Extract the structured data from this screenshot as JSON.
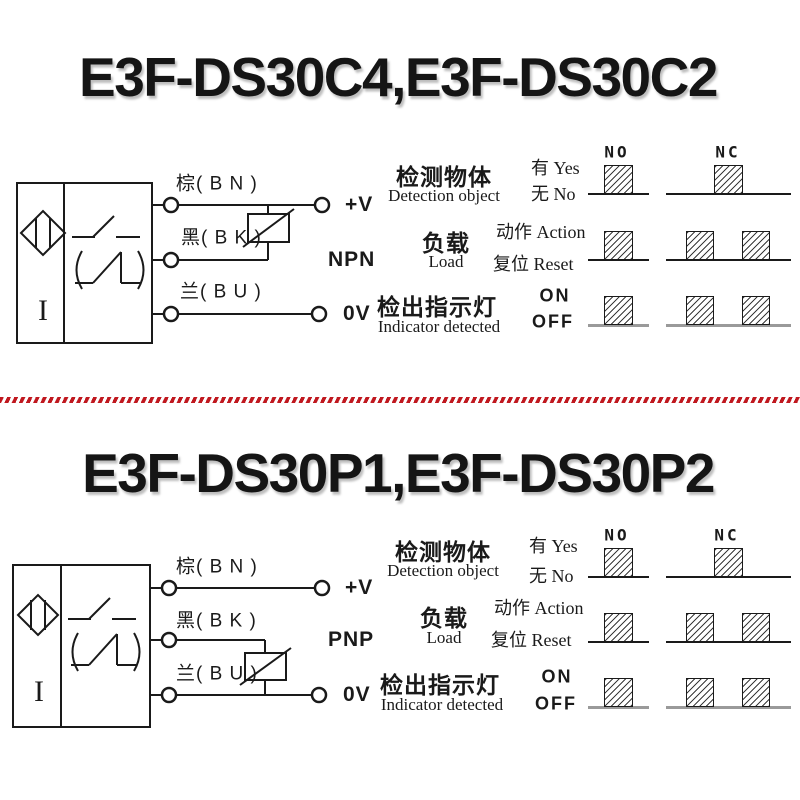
{
  "colors": {
    "ink": "#1a1a1a",
    "divider_red": "#c0181f",
    "row3_line": "#9a9a9a",
    "background": "#ffffff"
  },
  "sections": [
    {
      "title": "E3F-DS30C4,E3F-DS30C2",
      "circuit": {
        "sensor_mark": "I",
        "wires": [
          {
            "label": "棕( B N )",
            "terminal": "+V"
          },
          {
            "label": "黑( B K )",
            "terminal": "NPN"
          },
          {
            "label": "兰( B U )",
            "terminal": "0V"
          }
        ]
      },
      "timing": {
        "columns": [
          "NO",
          "NC"
        ],
        "rows": [
          {
            "zh": "检测物体",
            "en": "Detection object",
            "high": "有 Yes",
            "low": "无 No"
          },
          {
            "zh": "负载",
            "en": "Load",
            "high": "动作 Action",
            "low": "复位 Reset"
          },
          {
            "zh": "检出指示灯",
            "en": "Indicator detected",
            "high": "ON",
            "low": "OFF"
          }
        ]
      }
    },
    {
      "title": "E3F-DS30P1,E3F-DS30P2",
      "circuit": {
        "sensor_mark": "I",
        "wires": [
          {
            "label": "棕( B N )",
            "terminal": "+V"
          },
          {
            "label": "黑( B K )",
            "terminal": "PNP"
          },
          {
            "label": "兰( B U )",
            "terminal": "0V"
          }
        ]
      },
      "timing": {
        "columns": [
          "NO",
          "NC"
        ],
        "rows": [
          {
            "zh": "检测物体",
            "en": "Detection object",
            "high": "有 Yes",
            "low": "无 No"
          },
          {
            "zh": "负载",
            "en": "Load",
            "high": "动作 Action",
            "low": "复位 Reset"
          },
          {
            "zh": "检出指示灯",
            "en": "Indicator detected",
            "high": "ON",
            "low": "OFF"
          }
        ]
      }
    }
  ],
  "timing_layout": {
    "pulse_size": 29,
    "no_line": [
      588,
      649
    ],
    "nc_line": [
      666,
      791
    ],
    "no_pulses_by_row": [
      [
        [
          604,
          633
        ]
      ],
      [
        [
          604,
          633
        ]
      ],
      [
        [
          604,
          633
        ]
      ]
    ],
    "nc_pulses_by_row": [
      [
        [
          714,
          743
        ]
      ],
      [
        [
          686,
          714
        ],
        [
          742,
          770
        ]
      ],
      [
        [
          686,
          714
        ],
        [
          742,
          770
        ]
      ]
    ],
    "sections_baselines": [
      [
        194,
        260,
        325
      ],
      [
        577,
        642,
        707
      ]
    ]
  }
}
